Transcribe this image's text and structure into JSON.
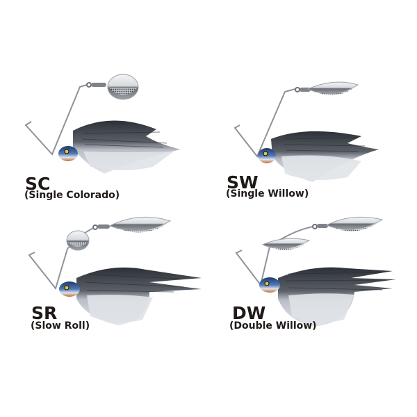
{
  "colors": {
    "background": "#ffffff",
    "text": "#1f1a17",
    "head_blue": "#2e4f86",
    "skirt_dark": "#3c4148",
    "skirt_light": "#d9dde3",
    "blade_silver": "#c9ccd0",
    "wire": "#8f9399"
  },
  "lures": [
    {
      "code": "SC",
      "name": "(Single Colorado)",
      "blades": [
        "colorado"
      ]
    },
    {
      "code": "SW",
      "name": "(Single Willow)",
      "blades": [
        "willow"
      ]
    },
    {
      "code": "SR",
      "name": "(Slow Roll)",
      "blades": [
        "colorado",
        "willow"
      ]
    },
    {
      "code": "DW",
      "name": "(Double Willow)",
      "blades": [
        "willow",
        "willow"
      ]
    }
  ]
}
